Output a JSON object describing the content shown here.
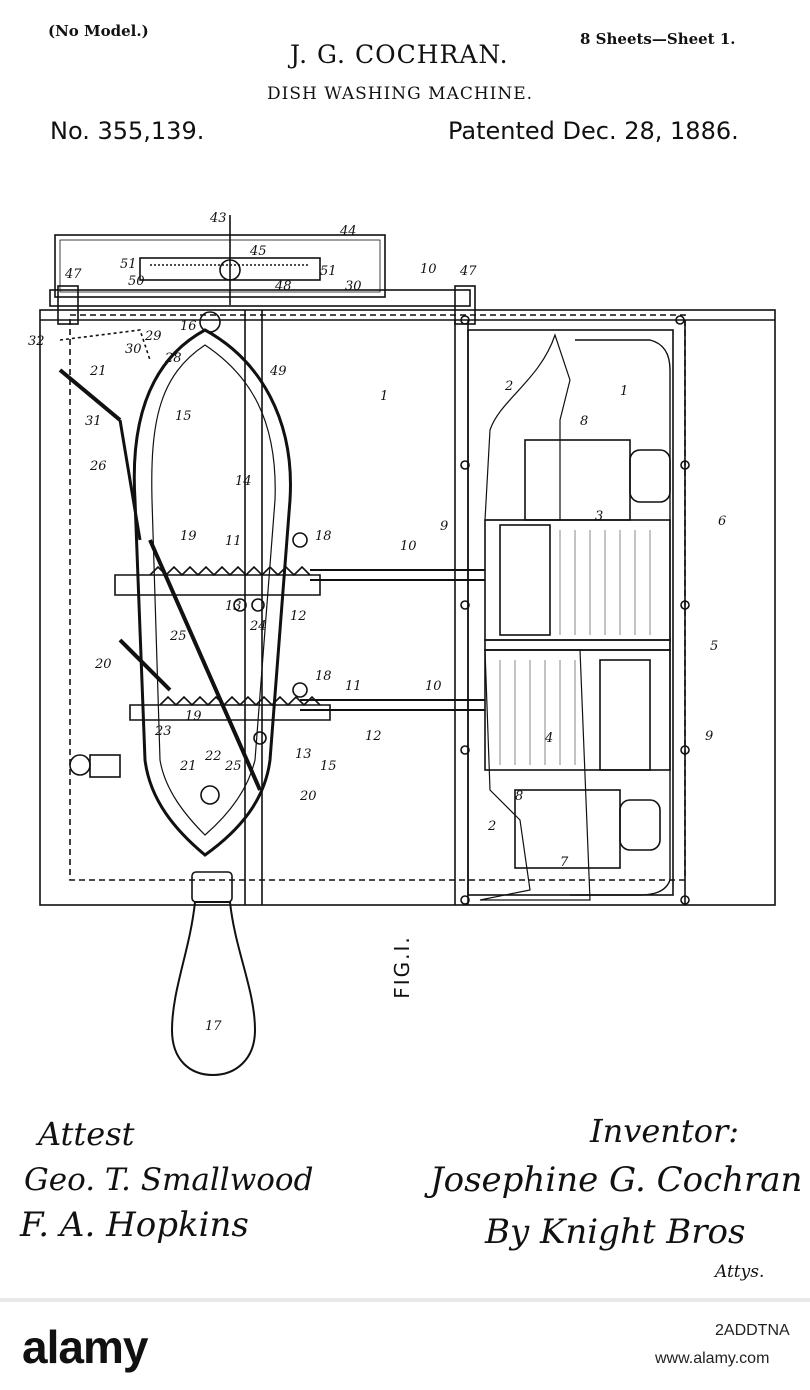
{
  "header": {
    "no_model": "(No Model.)",
    "sheets": "8 Sheets—Sheet 1.",
    "inventor_name": "J. G. COCHRAN.",
    "title": "DISH WASHING MACHINE.",
    "patent_number": "No. 355,139.",
    "patent_date": "Patented Dec. 28, 1886."
  },
  "figure": {
    "label": "FIG.I.",
    "part_numbers": [
      "1",
      "2",
      "3",
      "4",
      "5",
      "6",
      "7",
      "8",
      "9",
      "10",
      "11",
      "12",
      "13",
      "14",
      "15",
      "16",
      "17",
      "18",
      "19",
      "20",
      "21",
      "22",
      "23",
      "24",
      "25",
      "26",
      "28",
      "29",
      "30",
      "31",
      "32",
      "43",
      "44",
      "45",
      "47",
      "48",
      "49",
      "50",
      "51"
    ]
  },
  "signatures": {
    "attest_label": "Attest",
    "witness_1": "Geo. T. Smallwood",
    "witness_2": "F. A. Hopkins",
    "inventor_label": "Inventor:",
    "inventor_signature": "Josephine G. Cochran",
    "attorney_signature": "By Knight Bros",
    "attys_label": "Attys."
  },
  "watermark": {
    "brand": "alamy",
    "image_id": "2ADDTNA",
    "site": "www.alamy.com"
  }
}
